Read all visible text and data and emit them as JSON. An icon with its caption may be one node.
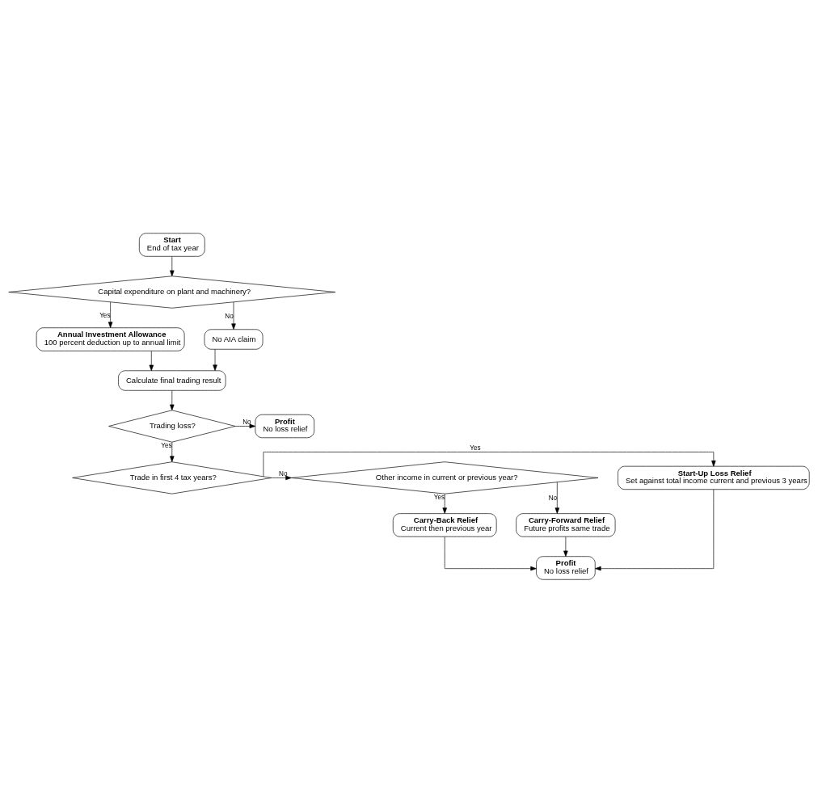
{
  "diagram": {
    "nodes": [
      {
        "text": [
          "Start",
          "End of tax year"
        ]
      },
      {
        "text": [
          "Capital expenditure on plant and machinery?"
        ]
      },
      {
        "text": [
          "Annual Investment Allowance",
          "100 percent deduction up to annual limit"
        ]
      },
      {
        "text": [
          "No AIA claim"
        ]
      },
      {
        "text": [
          "Calculate final trading result"
        ]
      },
      {
        "text": [
          "Trading loss?"
        ]
      },
      {
        "text": [
          "Profit",
          "No loss relief"
        ]
      },
      {
        "text": [
          "Trade in first 4 tax years?"
        ]
      },
      {
        "text": [
          "Start-Up Loss Relief",
          "Set against total income current and previous 3 years"
        ]
      },
      {
        "text": [
          "Other income in current or previous year?"
        ]
      },
      {
        "text": [
          "Carry-Back Relief",
          "Current then previous year"
        ]
      },
      {
        "text": [
          "Carry-Forward Relief",
          "Future profits same trade"
        ]
      },
      {
        "text": [
          "Profit",
          "No loss relief"
        ]
      }
    ],
    "edges": [
      {
        "from": 0,
        "to": 1,
        "arrow": "to"
      },
      {
        "from": 1,
        "to": 2,
        "arrow": "to",
        "label": "Yes"
      },
      {
        "from": 1,
        "to": 3,
        "arrow": "to",
        "label": "No"
      },
      {
        "from": 2,
        "to": 4,
        "arrow": "to"
      },
      {
        "from": 3,
        "to": 4,
        "arrow": "to"
      },
      {
        "from": 4,
        "to": 5,
        "arrow": "to"
      },
      {
        "from": 5,
        "to": 6,
        "arrow": "to",
        "label": "No"
      },
      {
        "from": 5,
        "to": 7,
        "arrow": "to",
        "label": "Yes"
      },
      {
        "from": 7,
        "to": 8,
        "arrow": "to",
        "label": "Yes"
      },
      {
        "from": 7,
        "to": 9,
        "arrow": "to",
        "label": "No"
      },
      {
        "from": 9,
        "to": 10,
        "arrow": "to",
        "label": "Yes"
      },
      {
        "from": 9,
        "to": 11,
        "arrow": "to",
        "label": "No"
      },
      {
        "from": 8,
        "to": 12,
        "arrow": "to"
      },
      {
        "from": 10,
        "to": 12,
        "arrow": "to"
      },
      {
        "from": 11,
        "to": 12,
        "arrow": "to"
      }
    ]
  }
}
